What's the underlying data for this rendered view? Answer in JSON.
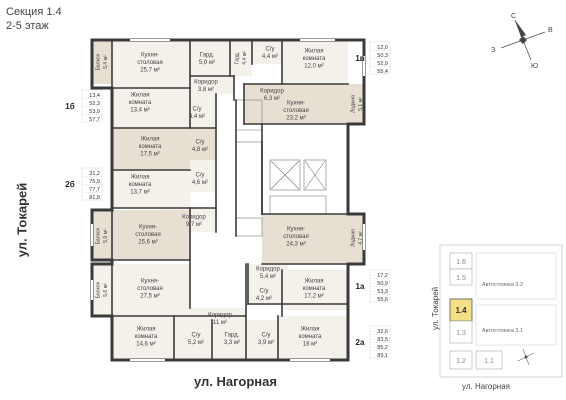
{
  "header": {
    "section": "Секция 1.4",
    "floors": "2-5 этаж"
  },
  "streets": {
    "left": "ул. Токарей",
    "bottom": "ул. Нагорная"
  },
  "compass": {
    "n": "С",
    "s": "Ю",
    "e": "В",
    "w": "З"
  },
  "rooms": [
    {
      "id": "r1",
      "lines": [
        "Балкон",
        "5,4 м²"
      ],
      "rot": true
    },
    {
      "id": "r2",
      "lines": [
        "Кухня-",
        "столовая",
        "25,7 м²"
      ]
    },
    {
      "id": "r3",
      "lines": [
        "Гард.",
        "5,0 м²"
      ]
    },
    {
      "id": "r4",
      "lines": [
        "Гард.",
        "4,4 м²"
      ],
      "rot": true
    },
    {
      "id": "r5",
      "lines": [
        "С/у",
        "4,4 м²"
      ]
    },
    {
      "id": "r6",
      "lines": [
        "Жилая",
        "комната",
        "12,0 м²"
      ]
    },
    {
      "id": "r7",
      "lines": [
        "Коридор",
        "3,8 м²"
      ]
    },
    {
      "id": "r8",
      "lines": [
        "Коридор",
        "6,3 м²"
      ]
    },
    {
      "id": "r9",
      "lines": [
        "Кухня-",
        "столовая",
        "23,2 м²"
      ]
    },
    {
      "id": "r10",
      "lines": [
        "Лоджия",
        "5,1 м²"
      ],
      "rot": true
    },
    {
      "id": "r11",
      "lines": [
        "Жилая",
        "комната",
        "13,4 м²"
      ]
    },
    {
      "id": "r12",
      "lines": [
        "С/у",
        "4,4 м²"
      ]
    },
    {
      "id": "r13",
      "lines": [
        "Жилая",
        "комната",
        "17,5 м²"
      ]
    },
    {
      "id": "r14",
      "lines": [
        "С/у",
        "4,8 м²"
      ]
    },
    {
      "id": "r15",
      "lines": [
        "Жилая",
        "комната",
        "13,7 м²"
      ]
    },
    {
      "id": "r16",
      "lines": [
        "С/у",
        "4,6 м²"
      ]
    },
    {
      "id": "r17",
      "lines": [
        "Коридор",
        "9,7 м²"
      ]
    },
    {
      "id": "r18",
      "lines": [
        "Кухня-",
        "столовая",
        "24,3 м²"
      ]
    },
    {
      "id": "r19",
      "lines": [
        "Лоджия",
        "4,7 м²"
      ],
      "rot": true
    },
    {
      "id": "r20",
      "lines": [
        "Балкон",
        "5,9 м²"
      ],
      "rot": true
    },
    {
      "id": "r21",
      "lines": [
        "Кухня-",
        "столовая",
        "25,6 м²"
      ]
    },
    {
      "id": "r22",
      "lines": [
        "Коридор",
        "5,4 м²"
      ]
    },
    {
      "id": "r23",
      "lines": [
        "С/у",
        "4,2 м²"
      ]
    },
    {
      "id": "r24",
      "lines": [
        "Жилая",
        "комната",
        "17,2 м²"
      ]
    },
    {
      "id": "r25",
      "lines": [
        "Балкон",
        "5,6 м²"
      ],
      "rot": true
    },
    {
      "id": "r26",
      "lines": [
        "Кухня-",
        "столовая",
        "27,5 м²"
      ]
    },
    {
      "id": "r27",
      "lines": [
        "Коридор",
        "11 м²"
      ]
    },
    {
      "id": "r28",
      "lines": [
        "Жилая",
        "комната",
        "14,6 м²"
      ]
    },
    {
      "id": "r29",
      "lines": [
        "С/у",
        "5,2 м²"
      ]
    },
    {
      "id": "r30",
      "lines": [
        "Гард.",
        "3,3 м²"
      ]
    },
    {
      "id": "r31",
      "lines": [
        "С/у",
        "3,9 м²"
      ]
    },
    {
      "id": "r32",
      "lines": [
        "Жилая",
        "комната",
        "18 м²"
      ]
    }
  ],
  "apartments": [
    {
      "id": "a1",
      "type": "1в",
      "areas": [
        "12,0",
        "50,3",
        "52,9",
        "55,4"
      ]
    },
    {
      "id": "a2",
      "type": "1б",
      "areas": [
        "13,4",
        "52,3",
        "53,9",
        "57,7"
      ]
    },
    {
      "id": "a3",
      "type": "2б",
      "areas": [
        "31,2",
        "75,9",
        "77,7",
        "81,8"
      ]
    },
    {
      "id": "a4",
      "type": "1а",
      "areas": [
        "17,2",
        "50,9",
        "53,3",
        "55,6"
      ]
    },
    {
      "id": "a5",
      "type": "2а",
      "areas": [
        "32,6",
        "83,5",
        "85,2",
        "89,1"
      ]
    }
  ],
  "minimap": {
    "sections": [
      "1.6",
      "1.5",
      "1.4",
      "1.3",
      "1.2",
      "1.1"
    ],
    "parking": [
      "Автостоянка 3.2",
      "Автостоянка 3.1"
    ],
    "street_left": "ул. Токарей",
    "street_bottom": "ул. Нагорная",
    "active": "1.4"
  },
  "colors": {
    "fill_a": "#e8dfd3",
    "fill_b": "#f4f0ea",
    "accent": "#f3df86",
    "wall": "#3a3a3a"
  }
}
